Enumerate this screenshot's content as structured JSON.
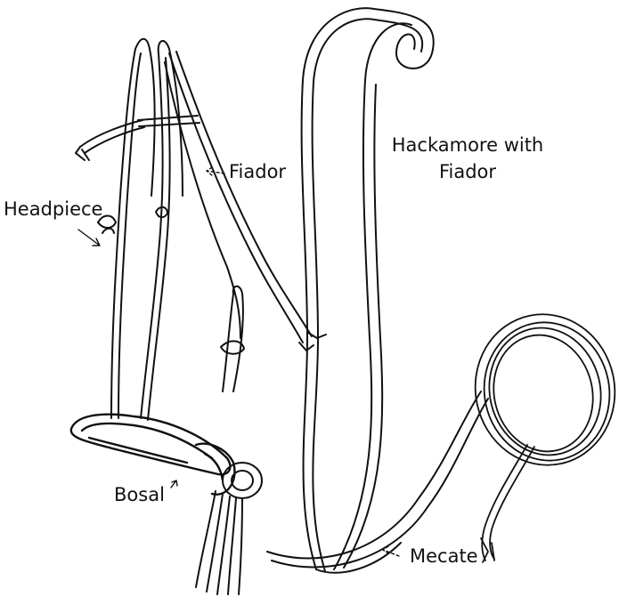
{
  "diagram": {
    "title_line1": "Hackamore with",
    "title_line2": "Fiador",
    "labels": {
      "headpiece": "Headpiece",
      "fiador": "Fiador",
      "bosal": "Bosal",
      "mecate": "Mecate"
    }
  },
  "colors": {
    "ink": "#111111",
    "paper": "#ffffff"
  }
}
